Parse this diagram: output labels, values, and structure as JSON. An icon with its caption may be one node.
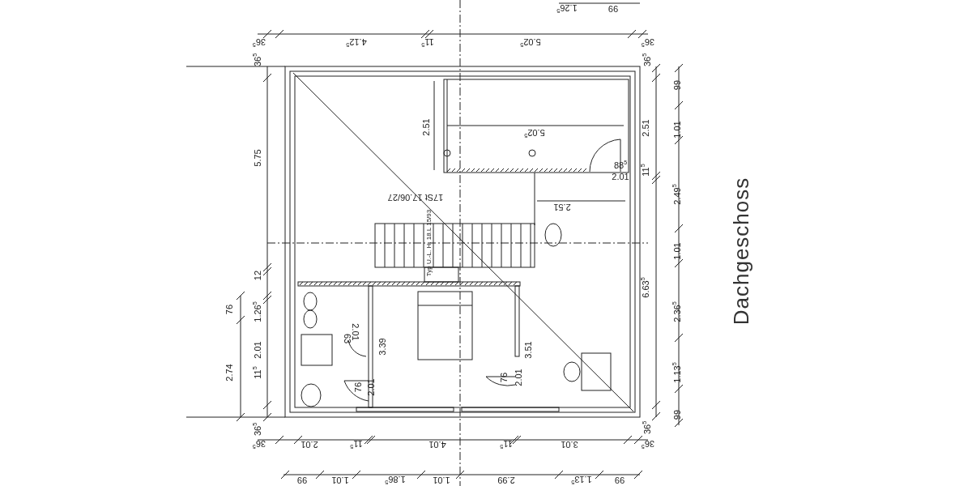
{
  "diagram": {
    "title": "Dachgeschoss",
    "labels": [
      "1.26$^{5}$",
      "99",
      "36$^{5}$",
      "4.12$^{5}$",
      "11$^{5}$",
      "5.02$^{5}$",
      "36$^{5}$",
      "36$^{5}$",
      "36$^{5}$",
      "5.75",
      "12",
      "1.26$^{5}$",
      "2.01",
      "11$^{5}$",
      "36$^{5}$",
      "76",
      "2.74",
      "2.51",
      "11$^{5}$",
      "6.63$^{5}$",
      "36$^{5}$",
      "99",
      "1.01",
      "2.49$^{5}$",
      "1.01",
      "2.36$^{5}$",
      "1.13$^{5}$",
      "99",
      "2.51",
      "5.02$^{5}$",
      "88$^{5}$",
      "2.01",
      "17St 17.06/27",
      "Typ U.-L. H. 18.L 15/93",
      "2.51",
      "63",
      "2.01",
      "76",
      "2.01",
      "3.39",
      "76",
      "2.01",
      "3.51",
      "36$^{5}$",
      "2.01",
      "11$^{5}$",
      "4.01",
      "11$^{5}$",
      "3.01",
      "36$^{5}$",
      "99",
      "1.01",
      "1.86$^{5}$",
      "1.01",
      "2.99",
      "1.13$^{5}$",
      "99"
    ]
  }
}
